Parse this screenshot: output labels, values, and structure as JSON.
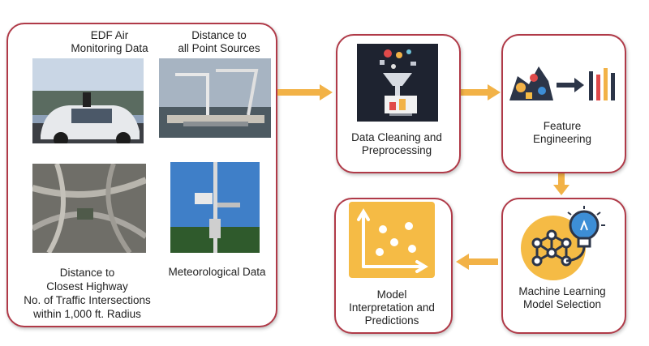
{
  "sources": {
    "edf_label_line1": "EDF Air",
    "edf_label_line2": "Monitoring Data",
    "point_sources_line1": "Distance to",
    "point_sources_line2": "all Point Sources",
    "highway_line1": "Distance to",
    "highway_line2": "Closest Highway",
    "highway_line3": "No. of Traffic Intersections",
    "highway_line4": "within 1,000 ft. Radius",
    "meteo_label": "Meteorological Data"
  },
  "steps": {
    "cleaning_line1": "Data Cleaning and",
    "cleaning_line2": "Preprocessing",
    "feature_line1": "Feature",
    "feature_line2": "Engineering",
    "ml_line1": "Machine Learning",
    "ml_line2": "Model Selection",
    "interp_line1": "Model",
    "interp_line2": "Interpretation and",
    "interp_line3": "Predictions"
  },
  "colors": {
    "border": "#b03a48",
    "arrow": "#f2b247",
    "scatter_tile": "#f5bb45",
    "ml_circle": "#f5bb45",
    "network": "#2c3548",
    "bulb": "#3d8ed6"
  },
  "icons": {
    "data_cleaning": "data-funnel-icon",
    "feature_engineering": "feature-transform-icon",
    "machine_learning": "neural-network-bulb-icon",
    "interpretation": "scatter-plot-icon"
  }
}
